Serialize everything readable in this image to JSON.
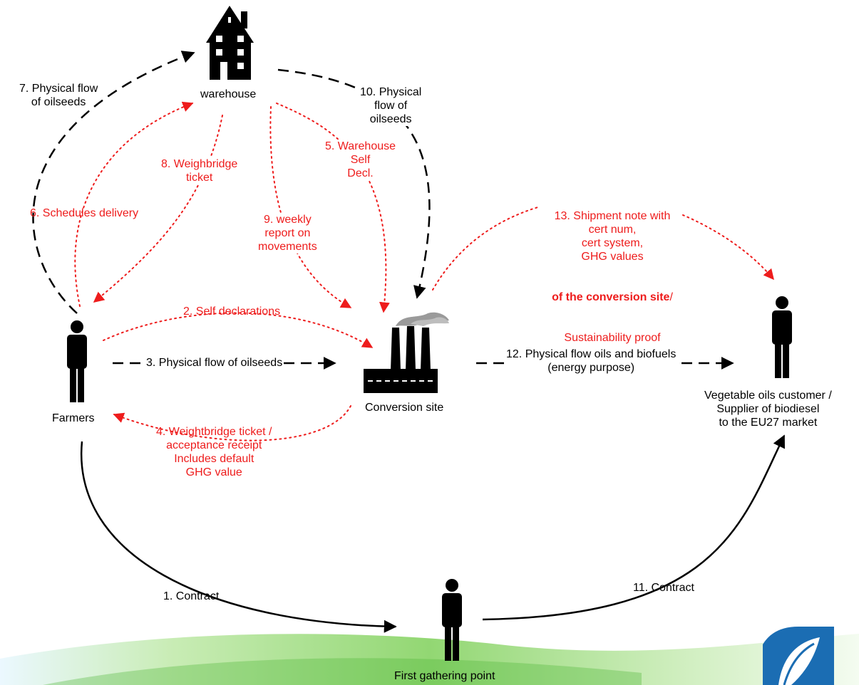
{
  "colors": {
    "black": "#000000",
    "red": "#ee1c1c",
    "smoke": "#9a9a9a",
    "green": "#5fbf2a",
    "blue": "#1b6db3"
  },
  "nodes": {
    "warehouse": "warehouse",
    "farmers": "Farmers",
    "conversion": "Conversion site",
    "customer": "Vegetable oils customer /\nSupplier of biodiesel\nto the EU27 market",
    "gathering": "First gathering point"
  },
  "flows": {
    "f1": "1. Contract",
    "f2": "2. Self declarations",
    "f3": "3. Physical flow of oilseeds",
    "f4": "4. Weightbridge ticket /\nacceptance receipt\nIncludes default\nGHG value",
    "f5": "5. Warehouse\nSelf\nDecl.",
    "f6": "6. Schedules delivery",
    "f7": "7. Physical flow\nof oilseeds",
    "f8": "8. Weighbridge\nticket",
    "f9": "9. weekly\nreport on\nmovements",
    "f10": "10. Physical\nflow of\noilseeds",
    "f11": "11. Contract",
    "f12": "12. Physical flow oils and biofuels\n(energy purpose)",
    "f13_main": "13. Shipment note with\ncert num,\ncert system,\nGHG values",
    "f13_bold": "of the conversion site",
    "f13_slash": "/",
    "f13_end": "Sustainability proof"
  }
}
